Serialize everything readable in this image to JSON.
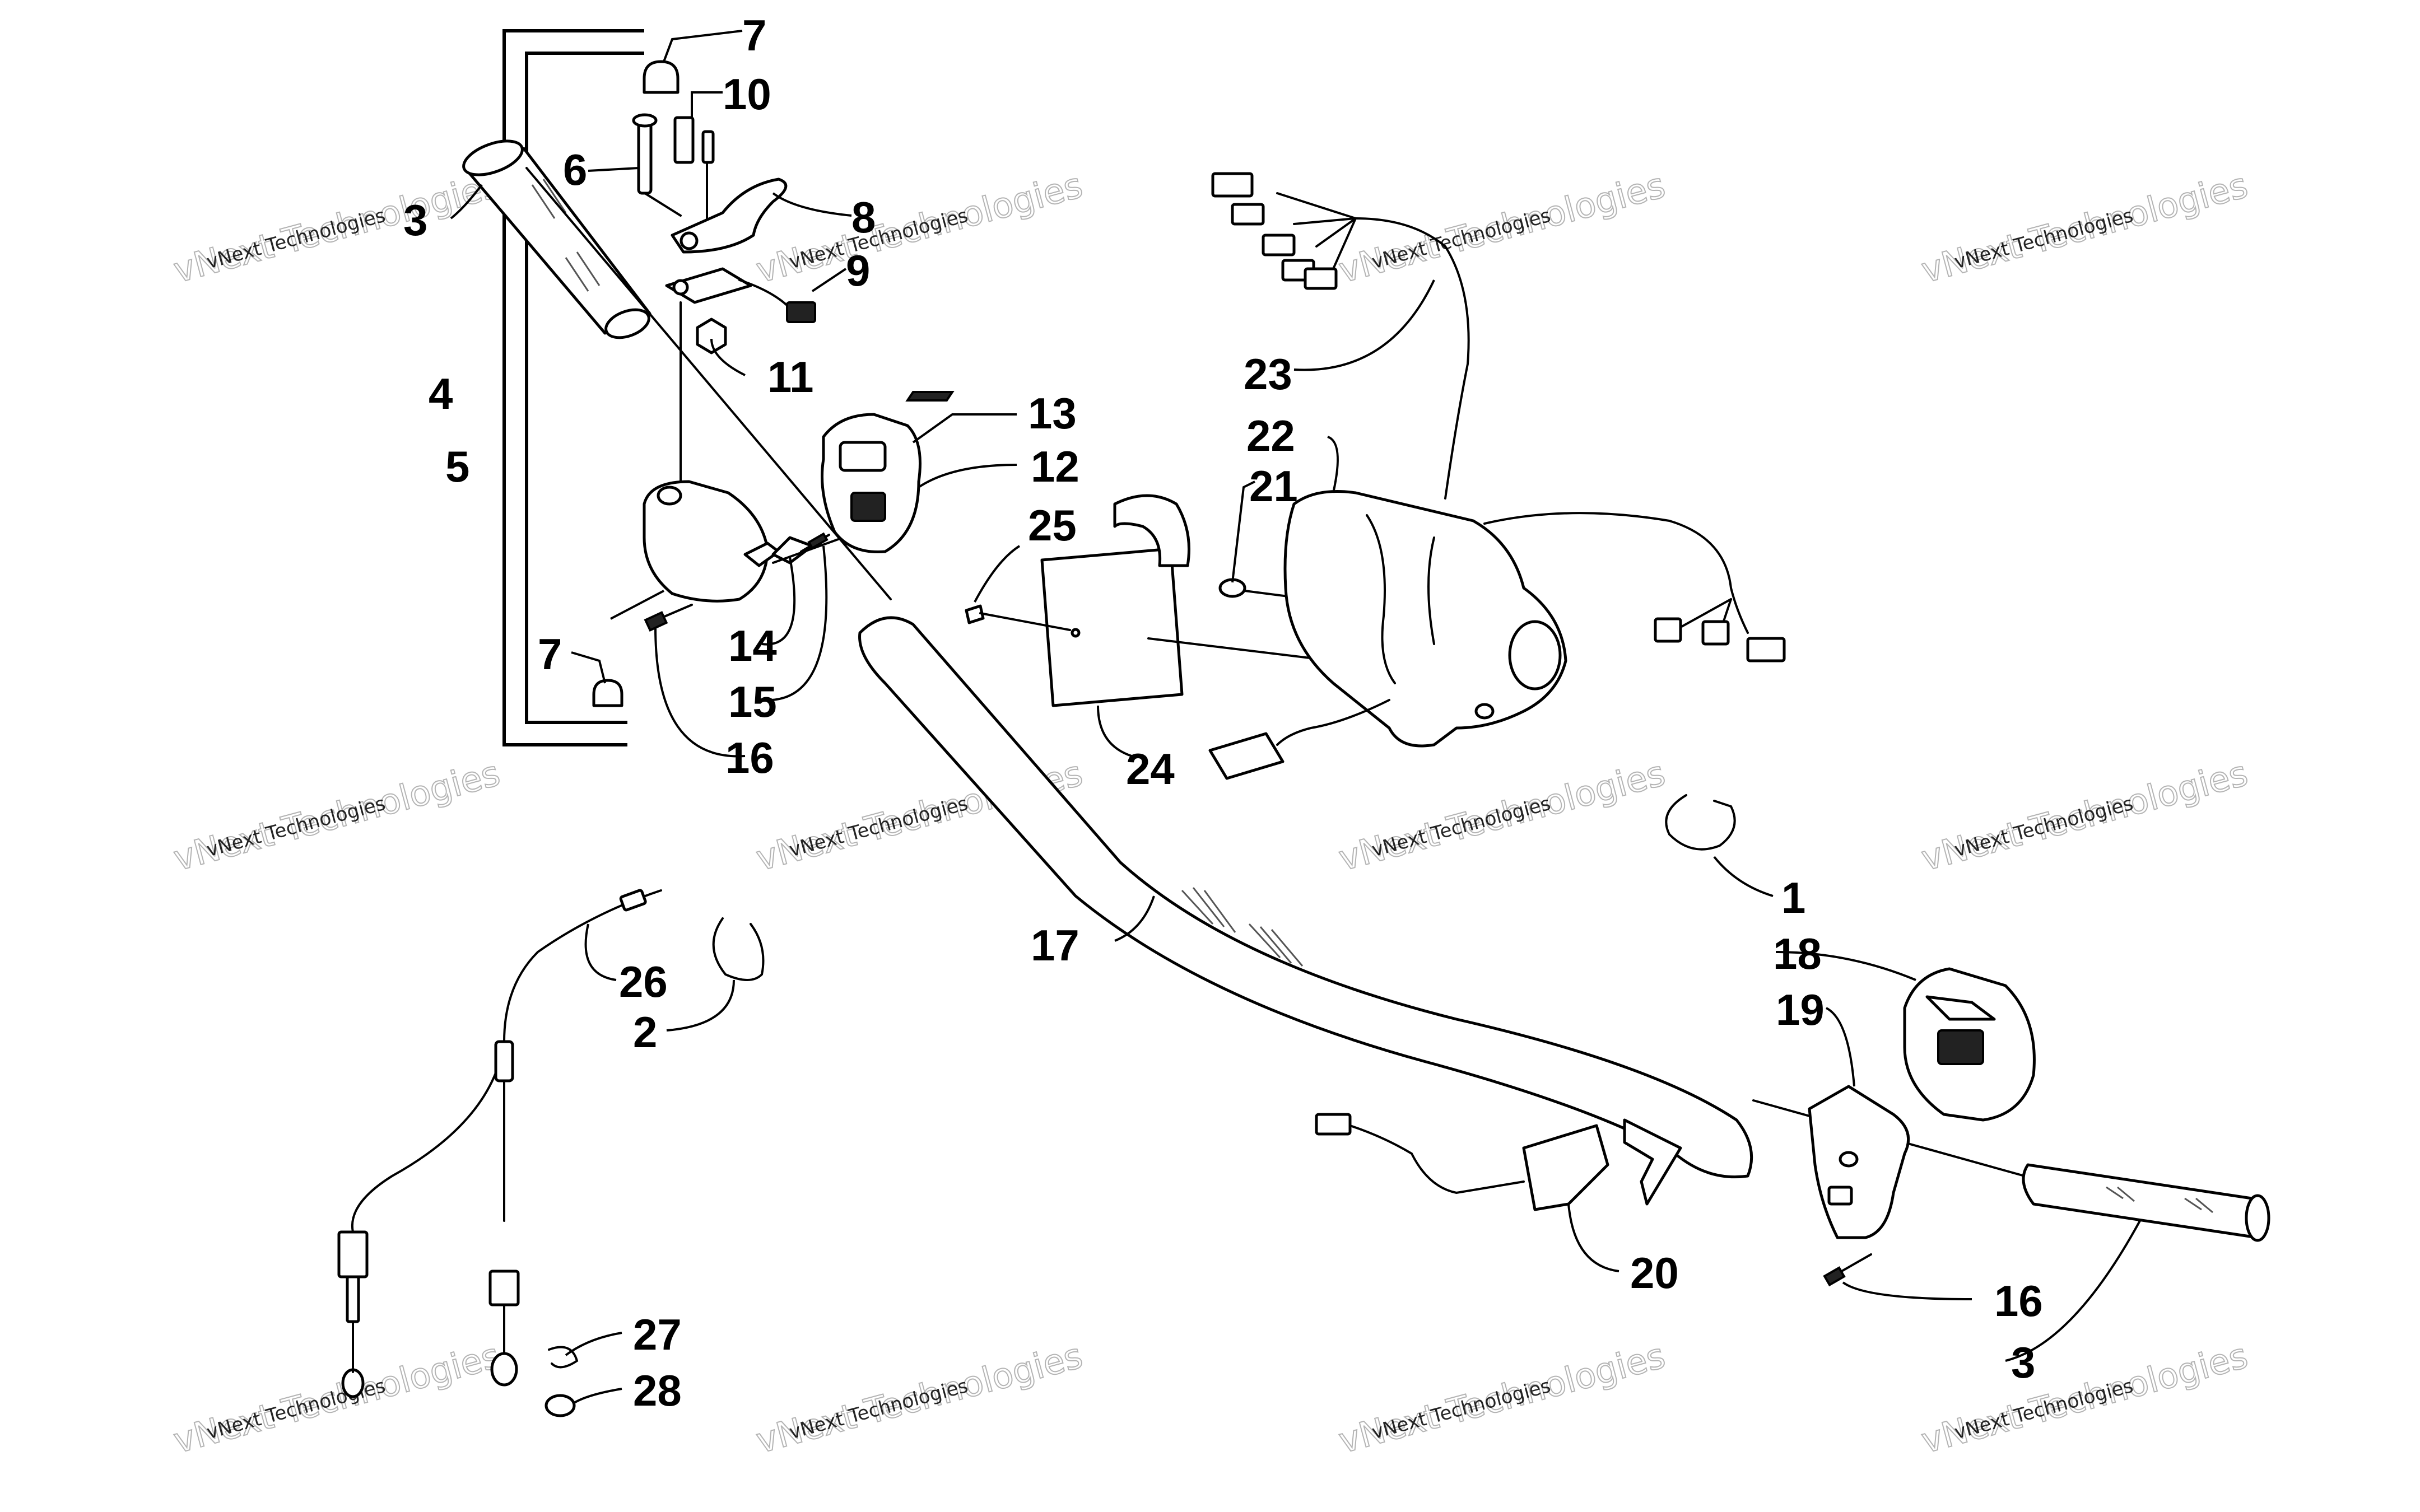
{
  "watermark": {
    "small": "vNext Technologies",
    "big": "vNext Technologies"
  },
  "callouts": {
    "c1": "1",
    "c2": "2",
    "c3a": "3",
    "c3b": "3",
    "c4": "4",
    "c5": "5",
    "c6": "6",
    "c7a": "7",
    "c7b": "7",
    "c8": "8",
    "c9": "9",
    "c10": "10",
    "c11": "11",
    "c12": "12",
    "c13": "13",
    "c14": "14",
    "c15": "15",
    "c16a": "16",
    "c16b": "16",
    "c17": "17",
    "c18": "18",
    "c19": "19",
    "c20": "20",
    "c21": "21",
    "c22": "22",
    "c23": "23",
    "c24": "24",
    "c25": "25",
    "c26": "26",
    "c27": "27",
    "c28": "28"
  }
}
